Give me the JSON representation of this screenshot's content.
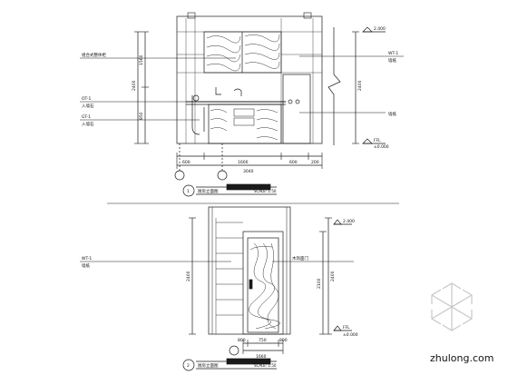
{
  "top_elevation": {
    "dims_bottom": [
      "600",
      "1600",
      "600",
      "200"
    ],
    "dim_total": "3040",
    "dims_left": [
      "1560",
      "850"
    ],
    "dim_left_total": "2400",
    "dim_right_total": "2400",
    "level_top": "2.400",
    "level_bottom": "FFL",
    "level_bottom_value": "±0.000",
    "left_notes": [
      {
        "code": "OT-1",
        "text": "入墙石"
      },
      {
        "code": "GT-1",
        "text": "入墙石"
      }
    ],
    "top_note": "组合式整体柜",
    "right_notes": [
      "墙纸",
      "墙纸"
    ],
    "right_code": "WT-1",
    "title_box": "1",
    "title_cn": "厨房立面图",
    "title_scale": "SCALE: 1:50"
  },
  "bottom_elevation": {
    "dims_bottom": [
      "800",
      "750",
      "800"
    ],
    "dim_total": "1660",
    "dim_left_total": "2400",
    "dim_right": "2100",
    "dim_right_total": "2400",
    "level_top": "2.400",
    "level_bottom": "FFL",
    "level_bottom_value": "±0.000",
    "left_note_code": "WT-1",
    "left_note": "墙纸",
    "door_note": "木饰面门",
    "title_box": "2",
    "title_cn": "厨房立面图",
    "title_scale": "SCALE: 1:50"
  },
  "watermark": {
    "site": "zhulong.com"
  },
  "colors": {
    "line": "#1a1a1a",
    "watermark": "#c8c8c8"
  }
}
